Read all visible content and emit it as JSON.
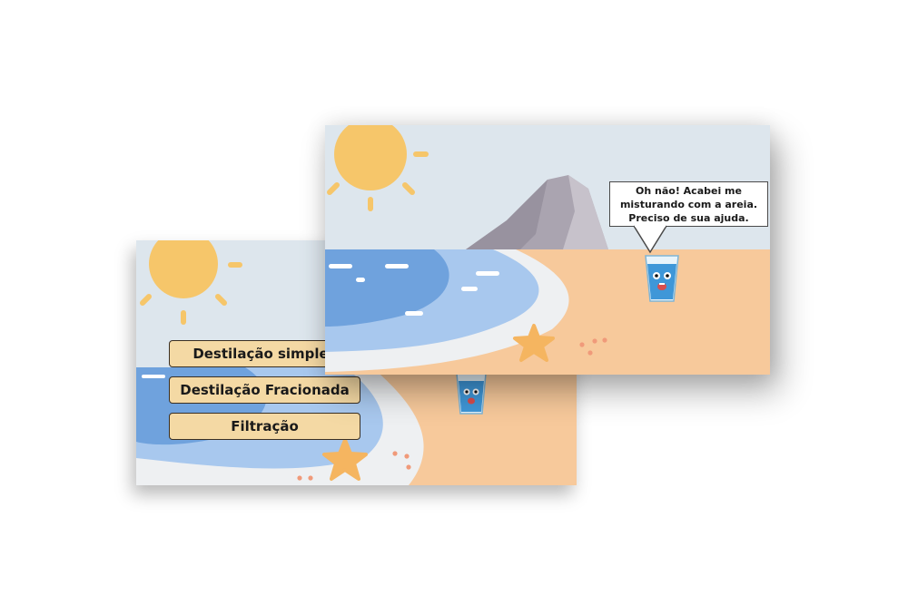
{
  "screens": {
    "quiz": {
      "options": [
        {
          "label": "Destilação simples"
        },
        {
          "label": "Destilação Fracionada"
        },
        {
          "label": "Filtração"
        }
      ]
    },
    "intro": {
      "speech": {
        "line1": "Oh não! Acabei me",
        "line2": "misturando com a areia.",
        "line3": "Preciso de sua ajuda."
      }
    }
  },
  "colors": {
    "sky": "#dde6ed",
    "sun": "#f6c66a",
    "sand": "#f7c99b",
    "water": "#6fa2dd",
    "shallow": "#a8c8ee",
    "foam": "#eef0f2",
    "mountain": "#aaa4b0",
    "starfish": "#f5b560",
    "button_fill": "#f4d9a4"
  },
  "icons": [
    "sun-icon",
    "mountain-icon",
    "starfish-icon",
    "water-glass-character-icon"
  ]
}
